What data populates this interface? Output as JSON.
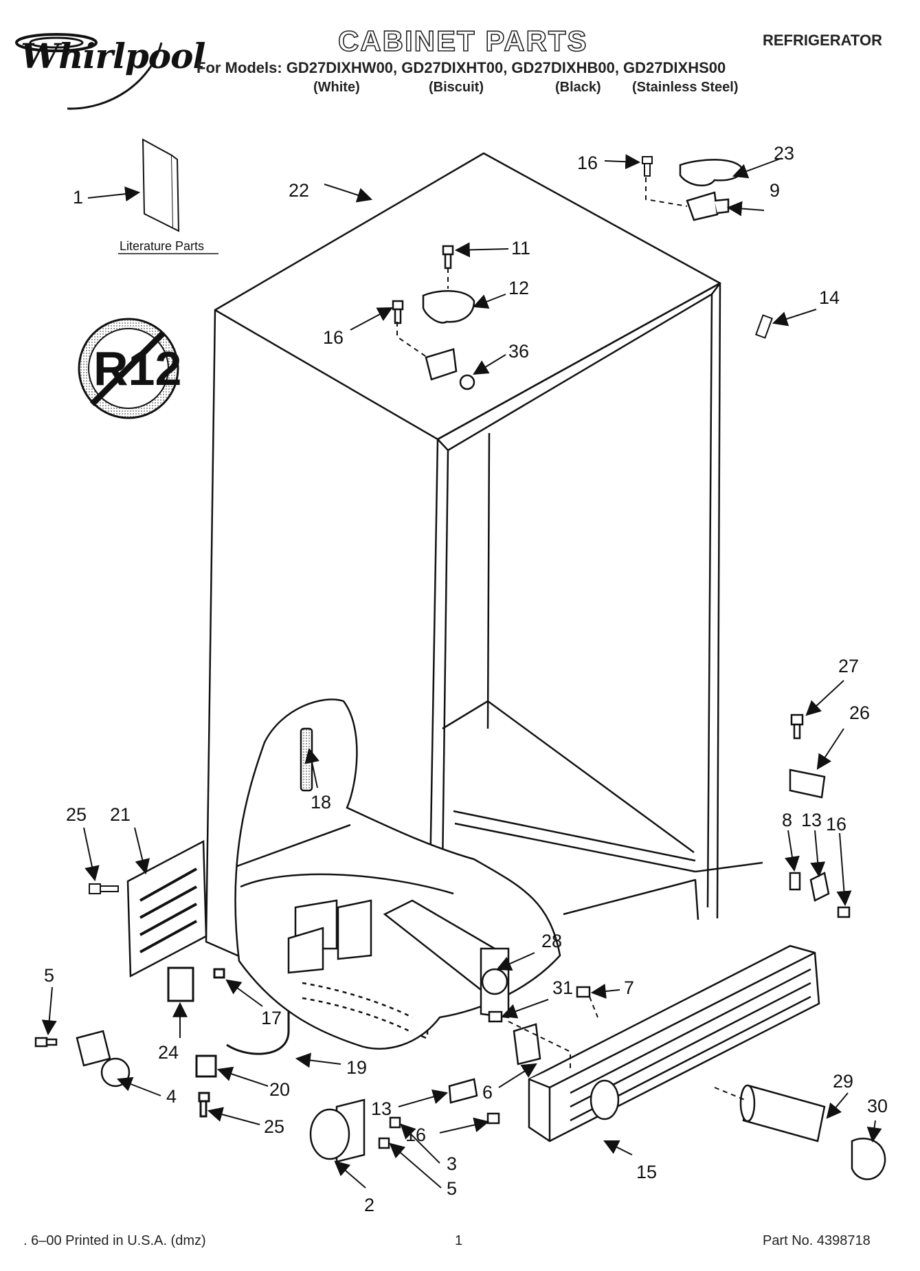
{
  "header": {
    "brand": "Whirlpool",
    "title": "CABINET PARTS",
    "appliance": "REFRIGERATOR",
    "models_line": "For Models: GD27DIXHW00, GD27DIXHT00, GD27DIXHB00, GD27DIXHS00",
    "variants": [
      "(White)",
      "(Biscuit)",
      "(Black)",
      "(Stainless Steel)"
    ]
  },
  "badge": {
    "text": "R12",
    "icon": "no-r12-refrigerant-icon"
  },
  "literature_caption": "Literature Parts",
  "callouts": [
    {
      "id": "c1",
      "text": "1"
    },
    {
      "id": "c22",
      "text": "22"
    },
    {
      "id": "c16a",
      "text": "16"
    },
    {
      "id": "c23",
      "text": "23"
    },
    {
      "id": "c9",
      "text": "9"
    },
    {
      "id": "c11",
      "text": "11"
    },
    {
      "id": "c12",
      "text": "12"
    },
    {
      "id": "c16b",
      "text": "16"
    },
    {
      "id": "c36",
      "text": "36"
    },
    {
      "id": "c14",
      "text": "14"
    },
    {
      "id": "c27",
      "text": "27"
    },
    {
      "id": "c26",
      "text": "26"
    },
    {
      "id": "c18",
      "text": "18"
    },
    {
      "id": "c25a",
      "text": "25"
    },
    {
      "id": "c21",
      "text": "21"
    },
    {
      "id": "c8",
      "text": "8"
    },
    {
      "id": "c13a",
      "text": "13"
    },
    {
      "id": "c16c",
      "text": "16"
    },
    {
      "id": "c28",
      "text": "28"
    },
    {
      "id": "c5a",
      "text": "5"
    },
    {
      "id": "c17",
      "text": "17"
    },
    {
      "id": "c31",
      "text": "31"
    },
    {
      "id": "c7",
      "text": "7"
    },
    {
      "id": "c24",
      "text": "24"
    },
    {
      "id": "c19",
      "text": "19"
    },
    {
      "id": "c20",
      "text": "20"
    },
    {
      "id": "c6",
      "text": "6"
    },
    {
      "id": "c4",
      "text": "4"
    },
    {
      "id": "c25b",
      "text": "25"
    },
    {
      "id": "c13b",
      "text": "13"
    },
    {
      "id": "c16d",
      "text": "16"
    },
    {
      "id": "c29",
      "text": "29"
    },
    {
      "id": "c30",
      "text": "30"
    },
    {
      "id": "c3",
      "text": "3"
    },
    {
      "id": "c5b",
      "text": "5"
    },
    {
      "id": "c15",
      "text": "15"
    },
    {
      "id": "c2",
      "text": "2"
    }
  ],
  "footer": {
    "printed": ". 6–00 Printed in U.S.A. (dmz)",
    "page": "1",
    "part_no": "Part No. 4398718"
  }
}
